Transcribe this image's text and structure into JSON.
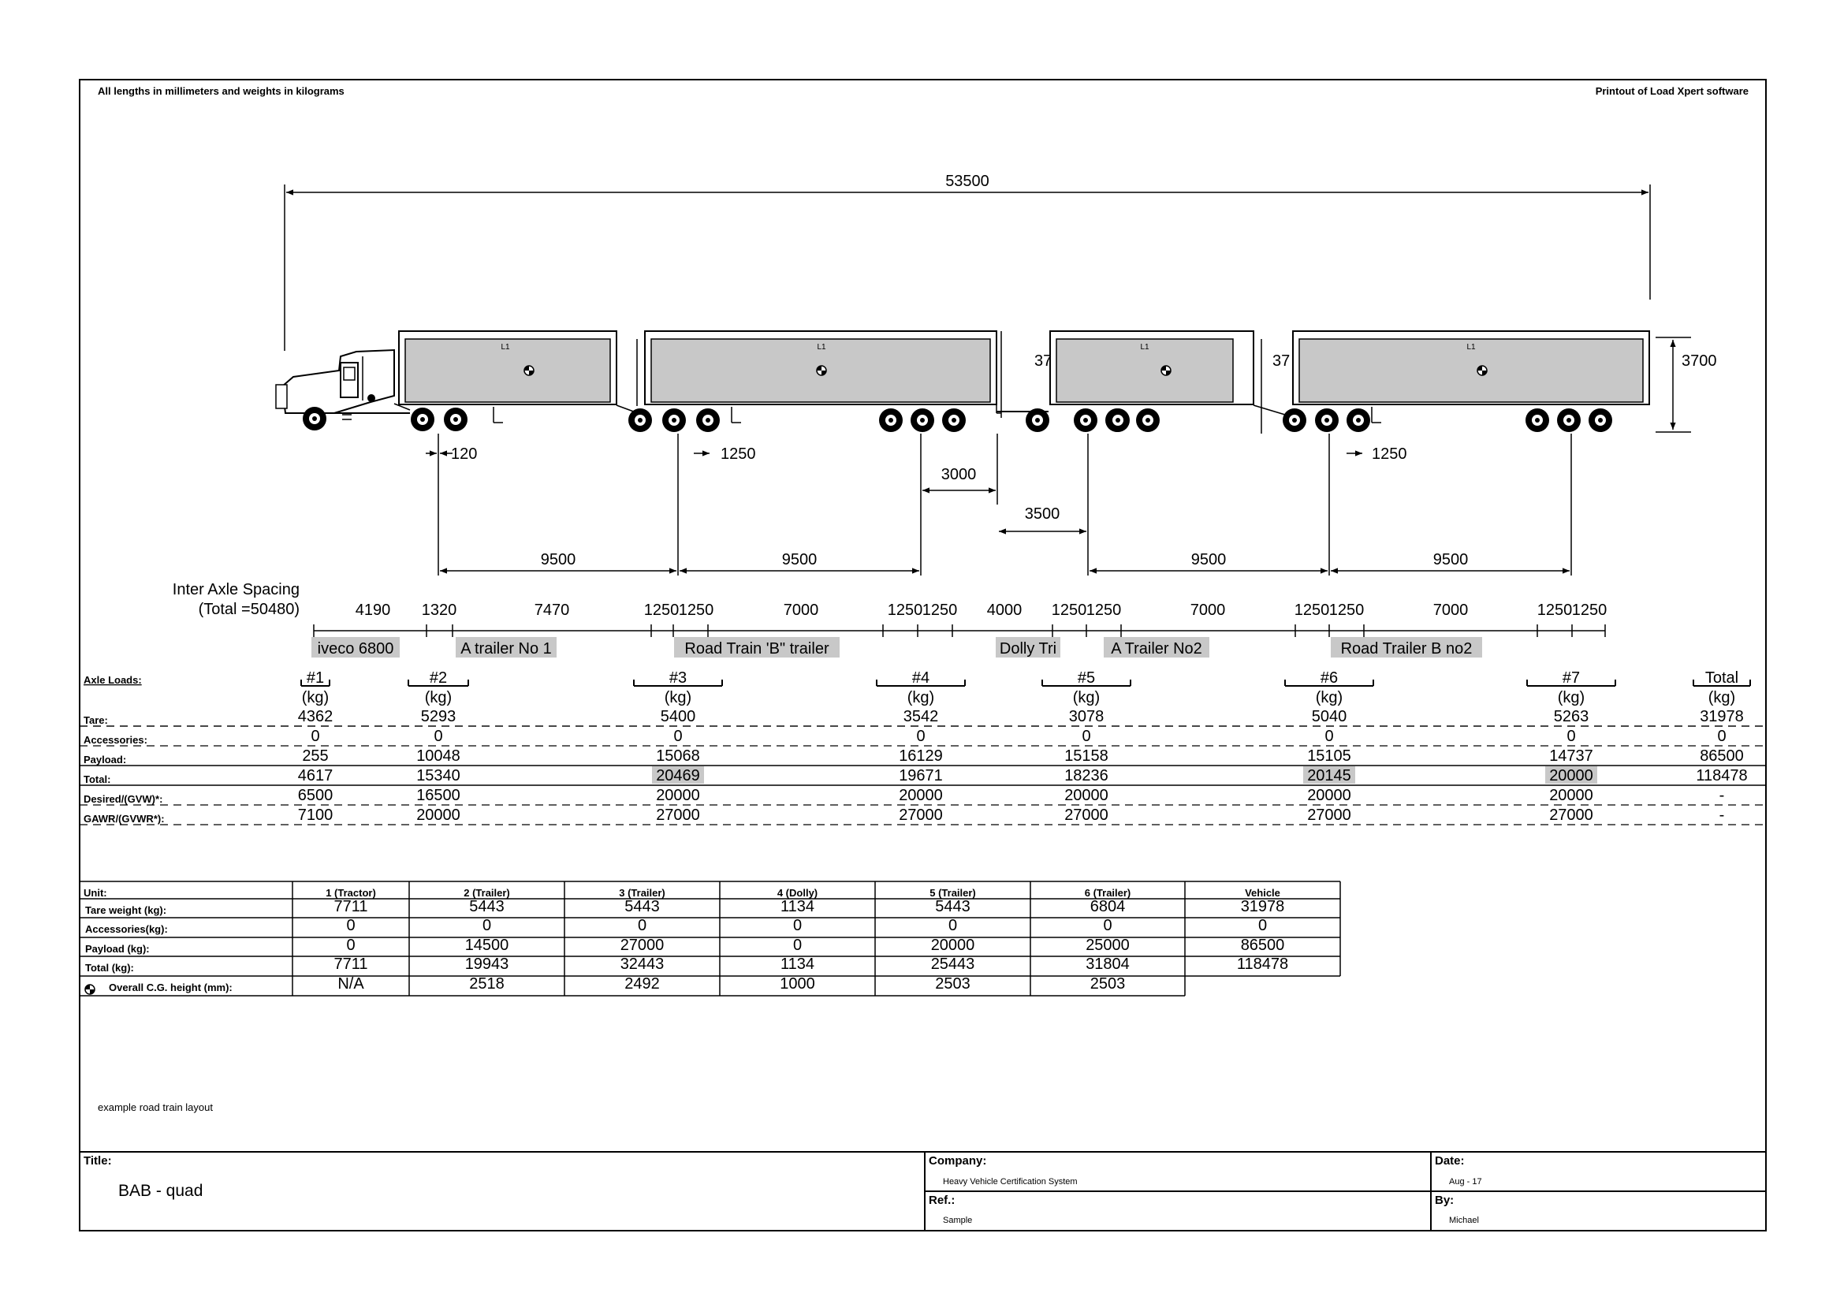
{
  "header": {
    "units_note": "All lengths in millimeters and weights in kilograms",
    "software_note": "Printout of Load Xpert software"
  },
  "diagram": {
    "overall_length": "53500",
    "height_dim": "3700",
    "height_dim_partial": [
      "37",
      "37"
    ],
    "load_labels": [
      "L1",
      "L1",
      "L1",
      "L1"
    ],
    "dims": {
      "d120": "120",
      "d1250_a": "1250",
      "d1250_b": "1250",
      "d3000": "3000",
      "d3500": "3500",
      "d9500": [
        "9500",
        "9500",
        "9500",
        "9500"
      ]
    }
  },
  "inter_axle": {
    "title": "Inter Axle Spacing",
    "total": "(Total =50480)",
    "values": [
      "4190",
      "1320",
      "7470",
      "1250",
      "1250",
      "7000",
      "1250",
      "1250",
      "4000",
      "1250",
      "1250",
      "7000",
      "1250",
      "1250",
      "7000",
      "1250",
      "1250"
    ]
  },
  "unit_names": [
    "iveco 6800",
    "A trailer No 1",
    "Road Train 'B\" trailer",
    "Dolly Tri",
    "A Trailer No2",
    "Road Trailer B no2"
  ],
  "axle_loads": {
    "label": "Axle Loads:",
    "unit": "(kg)",
    "groups": [
      "#1",
      "#2",
      "#3",
      "#4",
      "#5",
      "#6",
      "#7",
      "Total"
    ],
    "rows": [
      {
        "label": "Tare:",
        "values": [
          "4362",
          "5293",
          "5400",
          "3542",
          "3078",
          "5040",
          "5263",
          "31978"
        ]
      },
      {
        "label": "Accessories:",
        "values": [
          "0",
          "0",
          "0",
          "0",
          "0",
          "0",
          "0",
          "0"
        ]
      },
      {
        "label": "Payload:",
        "values": [
          "255",
          "10048",
          "15068",
          "16129",
          "15158",
          "15105",
          "14737",
          "86500"
        ]
      },
      {
        "label": "Total:",
        "values": [
          "4617",
          "15340",
          "20469",
          "19671",
          "18236",
          "20145",
          "20000",
          "118478"
        ]
      },
      {
        "label": "Desired/(GVW)*:",
        "values": [
          "6500",
          "16500",
          "20000",
          "20000",
          "20000",
          "20000",
          "20000",
          "-"
        ]
      },
      {
        "label": "GAWR/(GVWR*):",
        "values": [
          "7100",
          "20000",
          "27000",
          "27000",
          "27000",
          "27000",
          "27000",
          "-"
        ]
      }
    ]
  },
  "unit_table": {
    "header_label": "Unit:",
    "columns": [
      "1 (Tractor)",
      "2 (Trailer)",
      "3 (Trailer)",
      "4 (Dolly)",
      "5 (Trailer)",
      "6 (Trailer)",
      "Vehicle"
    ],
    "rows": [
      {
        "label": "Tare weight (kg):",
        "values": [
          "7711",
          "5443",
          "5443",
          "1134",
          "5443",
          "6804",
          "31978"
        ]
      },
      {
        "label": "Accessories(kg):",
        "values": [
          "0",
          "0",
          "0",
          "0",
          "0",
          "0",
          "0"
        ]
      },
      {
        "label": "Payload (kg):",
        "values": [
          "0",
          "14500",
          "27000",
          "0",
          "20000",
          "25000",
          "86500"
        ]
      },
      {
        "label": "Total (kg):",
        "values": [
          "7711",
          "19943",
          "32443",
          "1134",
          "25443",
          "31804",
          "118478"
        ]
      },
      {
        "label": "Overall C.G. height (mm):",
        "values": [
          "N/A",
          "2518",
          "2492",
          "1000",
          "2503",
          "2503"
        ]
      }
    ]
  },
  "note": "example road train layout",
  "title_block": {
    "title_label": "Title:",
    "title_value": "BAB - quad",
    "company_label": "Company:",
    "company_value": "Heavy Vehicle Certification System",
    "ref_label": "Ref.:",
    "ref_value": "Sample",
    "date_label": "Date:",
    "date_value": "Aug - 17",
    "by_label": "By:",
    "by_value": "Michael"
  },
  "colors": {
    "trailer_fill": "#c8c8c8",
    "highlight": "#c8c8c8",
    "ink": "#000000"
  }
}
